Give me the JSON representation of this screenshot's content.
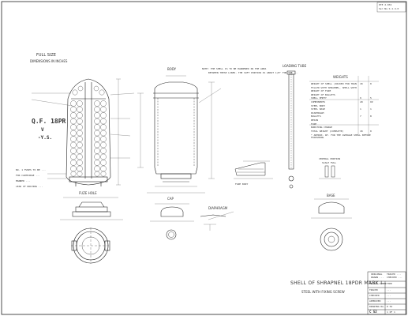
{
  "sheet": {
    "corner_stamp": [
      "DTE 2.032",
      "Ser.No.S.1.4.0"
    ],
    "views": {
      "full_size": [
        "FULL SIZE",
        "DIMENSIONS IN INCHES"
      ],
      "shell_body": "BODY",
      "shell_note": [
        "NOTE: THE SHELL IS TO BE HARDENED IN THE AREA",
        "BETWEEN THESE LINES. THE SOFT PORTION IS ABOUT 1/8\" FOR THE ..."
      ],
      "loading_tube": "LOADING TUBE",
      "fuze_body": "FUZE BODY",
      "fuze_hole": "FUZE HOLE",
      "cap": "CAP",
      "diaphragm": "DIAPHRAGM",
      "base": "BASE",
      "central_portion": [
        "CENTRAL PORTION",
        "SCALE FULL"
      ],
      "q_f_mark": [
        "Q.F. 18PR",
        "V",
        "-Y.S."
      ],
      "legend_notes": [
        "NO. 1 FUSES TO BE ...",
        "FOR CARTRIDGE ...",
        "MANNER ...",
        "LEAD OF DRIVING ..."
      ]
    },
    "weights_table": {
      "title": "WEIGHTS",
      "rows": [
        [
          "WEIGHT OF SHELL (PACKED FOR TRANSPORT)",
          "18",
          "0"
        ],
        [
          "FILLED WITH SHRAPNEL, SHELL WITH FUZE",
          "",
          ""
        ],
        [
          "WEIGHT OF FUZE",
          "",
          ""
        ],
        [
          "WEIGHT OF BULLETS",
          "",
          ""
        ],
        [
          "SHELL EMPTY",
          "9",
          "5"
        ],
        [
          "COMPONENTS",
          "LB",
          "OZ"
        ],
        [
          "STEEL BODY",
          "",
          ""
        ],
        [
          "STEEL BASE",
          "1",
          "1"
        ],
        [
          "DIAPHRAGM",
          "",
          ""
        ],
        [
          "BULLETS",
          "7",
          "8"
        ],
        [
          "RESIN",
          "",
          ""
        ],
        [
          "FUZE",
          "",
          ""
        ],
        [
          "BURSTING CHARGE",
          "",
          ""
        ],
        [
          "TOTAL WEIGHT (COMPLETE)",
          "18",
          "0"
        ]
      ],
      "footnote": "* APPROX. WT. FOR THE AVERAGE SHELL BEFORE FINISHING"
    },
    "title_block": {
      "title": "SHELL OF SHRAPNEL 18PDR MARK I",
      "subtitle": "STEEL WITH FIXING SCREW",
      "stamp_lines": [
        "ORIGINAL",
        "DRAWN ...",
        "TRACED ...",
        "CHECKED ..."
      ],
      "rows": [
        [
          "SIGNAL COMMITTEE",
          ""
        ],
        [
          "TRACED",
          "..."
        ],
        [
          "CHECKED",
          "..."
        ],
        [
          "APPROVED",
          "..."
        ],
        [
          "DRAWING No.",
          "D 52"
        ],
        [
          "SHEET",
          "1 OF 1"
        ]
      ],
      "drawing_no": "C 52"
    }
  }
}
